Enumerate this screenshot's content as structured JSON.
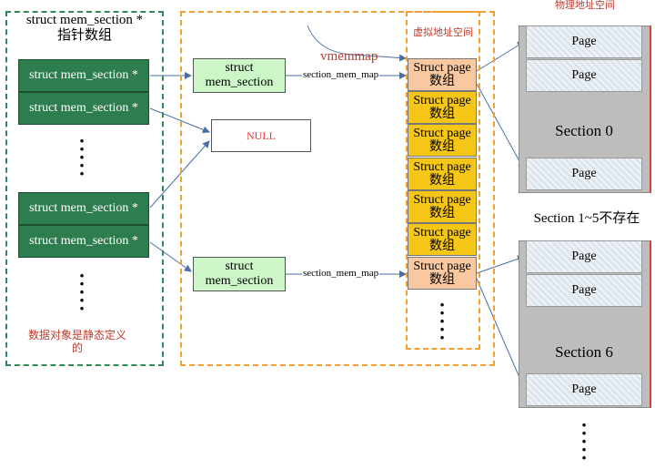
{
  "left_panel": {
    "title_line1": "struct mem_section *",
    "title_line2": "指针数组",
    "pointer_label": "struct mem_section *",
    "note": "数据对象是静态定义的"
  },
  "middle_panel": {
    "struct_label_line1": "struct",
    "struct_label_line2": "mem_section",
    "null_label": "NULL",
    "map_label": "section_mem_map",
    "vmemmap_label": "vmemmap"
  },
  "virtual_column": {
    "title": "虚拟地址空间",
    "item_line1_first": "Struct page",
    "item_line1": "Struct page",
    "item_line2": "数组"
  },
  "physical_column": {
    "title": "物理地址空间",
    "page_label": "Page",
    "section0_label": "Section 0",
    "gap_label": "Section 1~5不存在",
    "section6_label": "Section 6"
  },
  "colors": {
    "pointer_fill": "#2e7d4f",
    "mem_section_fill": "#ccf5c8",
    "struct_page_first_fill": "#f8c9a0",
    "struct_page_fill": "#f5c518",
    "page_fill": "#dde6ee",
    "section_fill": "#bdbdbd",
    "arrow": "#4a6fa5",
    "accent_red": "#c0392b"
  }
}
